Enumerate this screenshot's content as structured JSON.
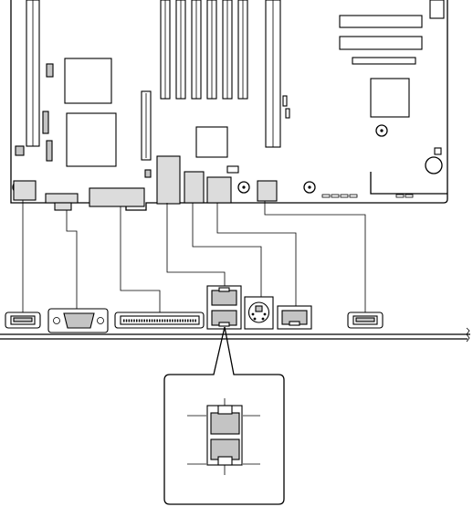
{
  "figure": {
    "kind": "motherboard rear I/O connector layout",
    "colors": {
      "line": "#000000",
      "board": "#ffffff",
      "component_fill": "#dcdcdc",
      "connector_fill": "#c4c4c4"
    },
    "has_text": false
  },
  "components": {
    "dimm_slots": 6,
    "pcie_slots": 3,
    "rear_connectors": [
      "usb-left",
      "vga",
      "serial-parallel",
      "dual-rj45",
      "ps2",
      "rj45-single",
      "usb-right"
    ]
  }
}
